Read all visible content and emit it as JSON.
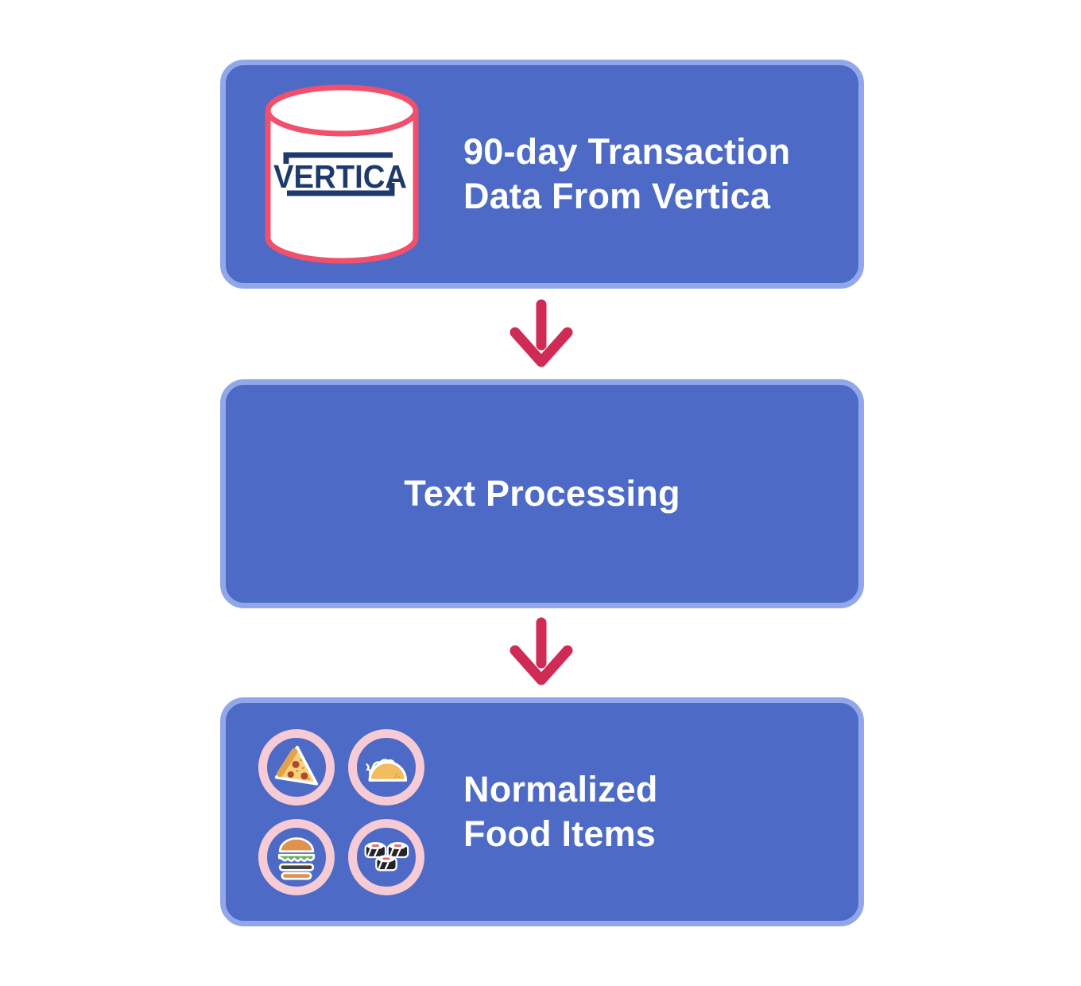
{
  "diagram": {
    "nodes": [
      {
        "id": "vertica-source",
        "line1": "90-day Transaction",
        "line2": "Data From Vertica",
        "icon": "database-cylinder",
        "logo_text": "VERTICA"
      },
      {
        "id": "text-processing",
        "label": "Text Processing"
      },
      {
        "id": "normalized-food-items",
        "line1": "Normalized",
        "line2": "Food Items",
        "icons": [
          "pizza",
          "taco",
          "burger",
          "sushi"
        ]
      }
    ],
    "connectors": [
      {
        "from": "vertica-source",
        "to": "text-processing",
        "type": "arrow-down"
      },
      {
        "from": "text-processing",
        "to": "normalized-food-items",
        "type": "arrow-down"
      }
    ],
    "colors": {
      "background": "#ffffff",
      "node_fill": "#4d6ac6",
      "node_border": "#92a7ea",
      "label_text": "#ffffff",
      "arrow_red": "#cf2b55",
      "cylinder_fill": "#ffffff",
      "cylinder_stroke": "#f1506c",
      "vertica_logo_navy": "#1e3a6d",
      "icon_ring_pink": "#f6cbd6"
    }
  }
}
